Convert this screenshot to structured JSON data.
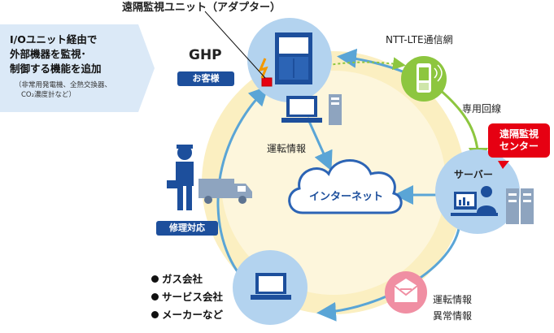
{
  "title_top": "遠隔監視ユニット（アダプター）",
  "feature_box": {
    "lines": [
      "I/Oユニット経由で",
      "外部機器を監視･",
      "制御する機能を追加"
    ],
    "note_lines": [
      "（非常用発電機、全熱交換器、",
      "CO₂濃度計など）"
    ]
  },
  "nodes": {
    "ghp": {
      "title": "GHP",
      "tag": "お客様"
    },
    "server": {
      "title": "サーバー"
    },
    "internet": {
      "title": "インターネット"
    },
    "repair": {
      "tag": "修理対応"
    }
  },
  "labels": {
    "ntt_lte": "NTT-LTE通信網",
    "dedicated_line": "専用回線",
    "operation_info_top": "運転情報",
    "operation_info_bottom": "運転情報",
    "error_info": "異常情報"
  },
  "remote_center": [
    "遠隔監視",
    "センター"
  ],
  "recipients": [
    "ガス会社",
    "サービス会社",
    "メーカーなど"
  ],
  "colors": {
    "ring": "#fbefc1",
    "circle": "#b3d3ef",
    "arrow_blue": "#5aa5d6",
    "arrow_green": "#8dc63f",
    "navy": "#1d4f9c",
    "red": "#e60012"
  }
}
